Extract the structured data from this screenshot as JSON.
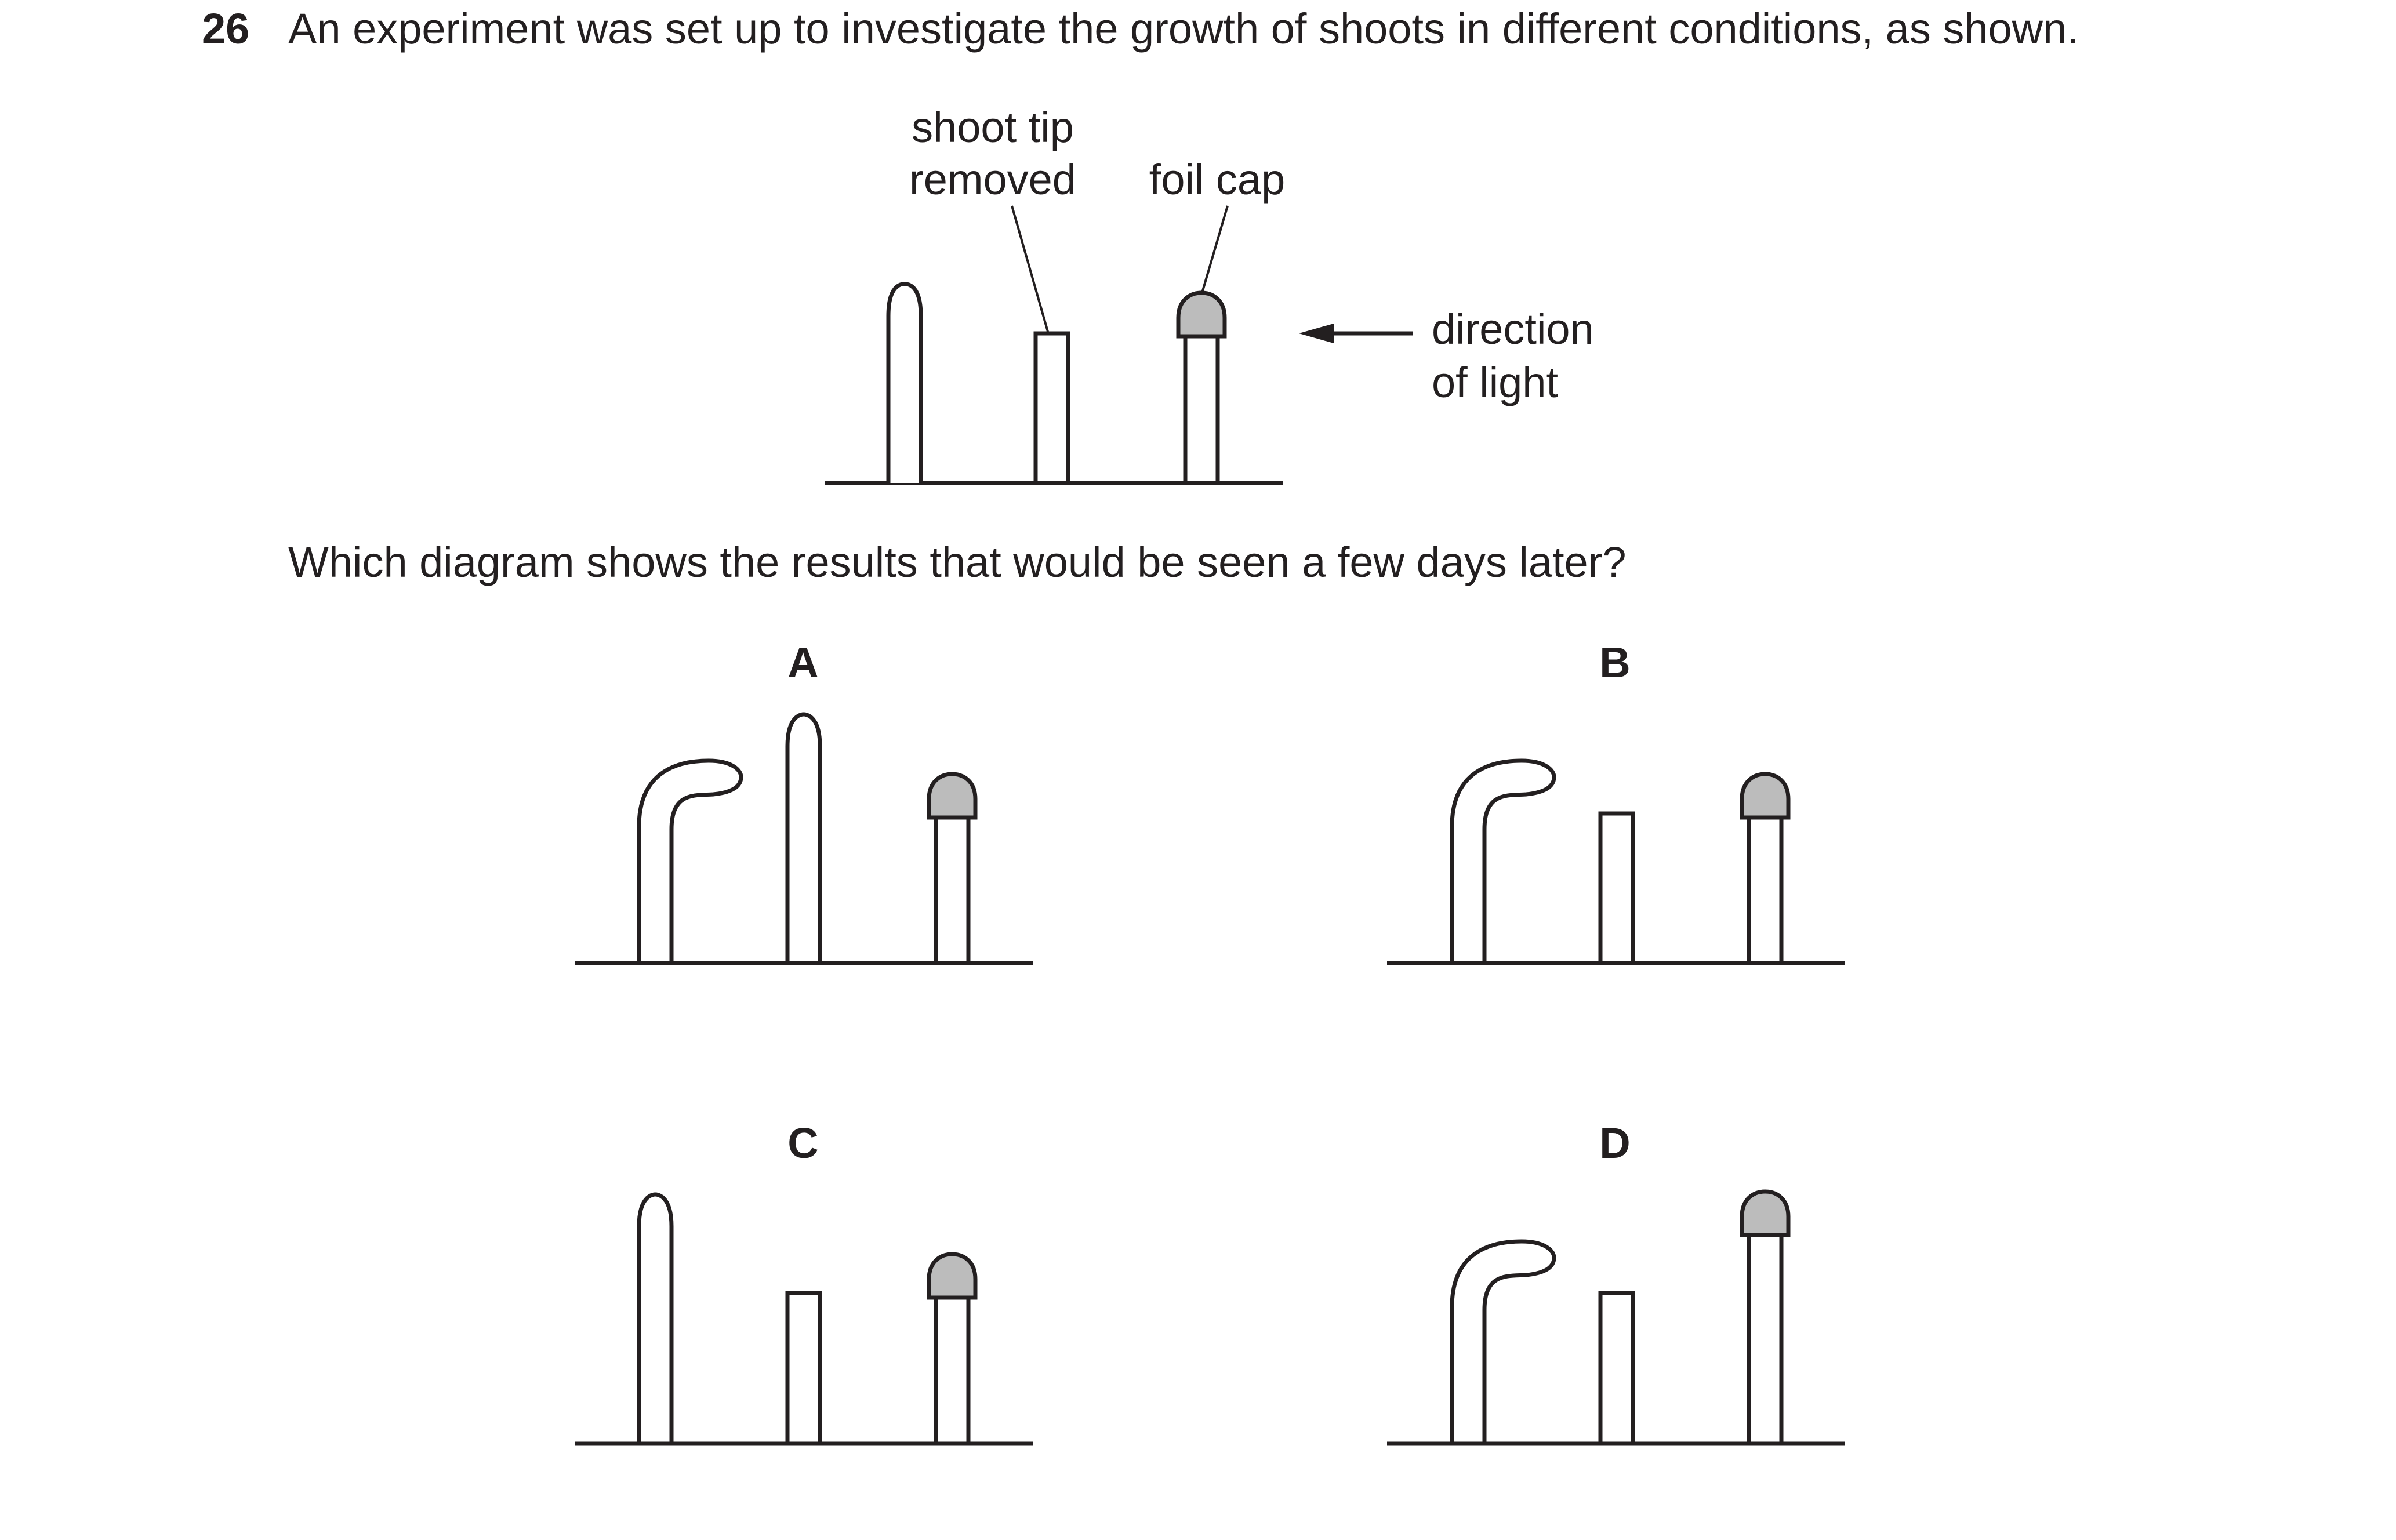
{
  "question": {
    "number": "26",
    "stem": "An experiment was set up to investigate the growth of shoots in different conditions, as shown.",
    "prompt": "Which diagram shows the results that would be seen a few days later?"
  },
  "setup": {
    "labels": {
      "tip_removed_line1": "shoot tip",
      "tip_removed_line2": "removed",
      "foil_cap": "foil cap",
      "light_line1": "direction",
      "light_line2": "of light"
    },
    "shoots": [
      "intact-shoot",
      "shoot-tip-removed",
      "shoot-with-foil-cap"
    ]
  },
  "options": [
    {
      "letter": "A",
      "shoots": [
        "bent-toward-light",
        "tall-straight",
        "capped-unchanged"
      ]
    },
    {
      "letter": "B",
      "shoots": [
        "bent-toward-light",
        "cut-unchanged",
        "capped-unchanged"
      ]
    },
    {
      "letter": "C",
      "shoots": [
        "tall-straight",
        "cut-unchanged",
        "capped-unchanged"
      ]
    },
    {
      "letter": "D",
      "shoots": [
        "bent-toward-light",
        "cut-unchanged",
        "capped-taller"
      ]
    }
  ],
  "colors": {
    "ink": "#231f20",
    "foil_cap": "#bcbcbc",
    "background": "#ffffff"
  }
}
